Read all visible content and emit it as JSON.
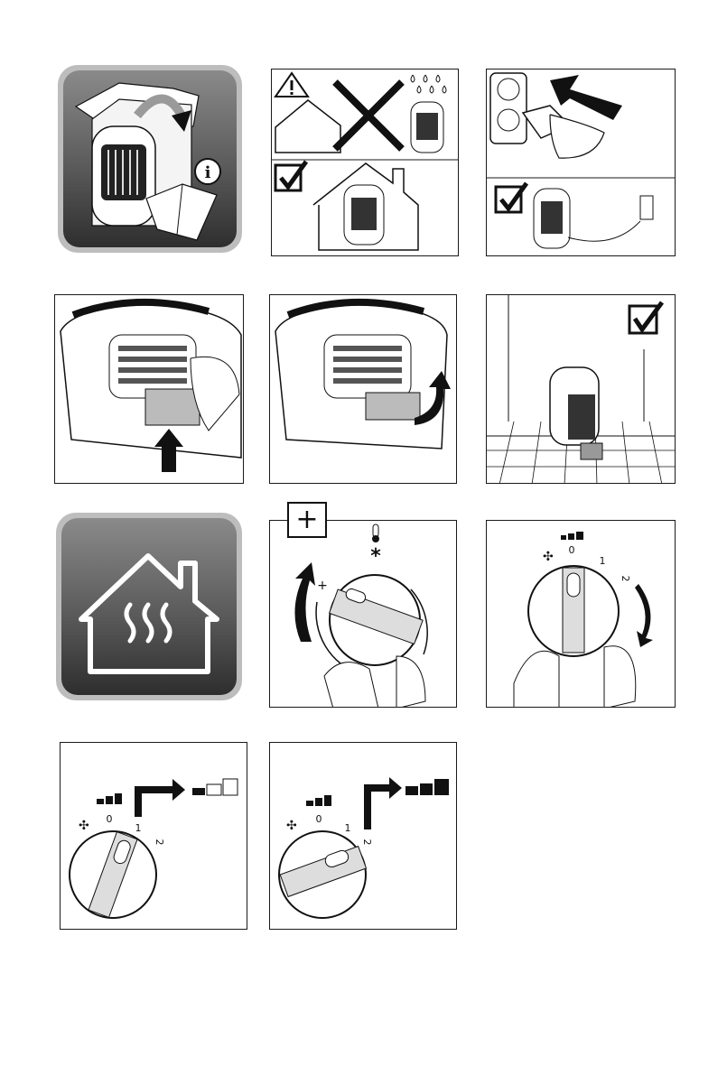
{
  "manual": {
    "info_symbol": "i",
    "plus_symbol": "+",
    "dial_a": {
      "plus": "+",
      "snow": "*"
    },
    "dial_b": {
      "zero": "0",
      "one": "1",
      "two": "2"
    },
    "dial_c": {
      "zero": "0",
      "one": "1",
      "two": "2"
    },
    "dial_d": {
      "zero": "0",
      "one": "1",
      "two": "2"
    }
  },
  "colors": {
    "tile_dark": "#4a4a4a",
    "tile_light": "#9a9a9a",
    "line": "#1a1a1a"
  },
  "icons": [
    "unpack-info-tile",
    "warning-icon",
    "cross-icon",
    "checkmark-icon",
    "plug-icon",
    "socket-icon",
    "arrow-icon",
    "house-heat-tile",
    "thermometer-icon",
    "fan-icon",
    "power-level-icon"
  ]
}
